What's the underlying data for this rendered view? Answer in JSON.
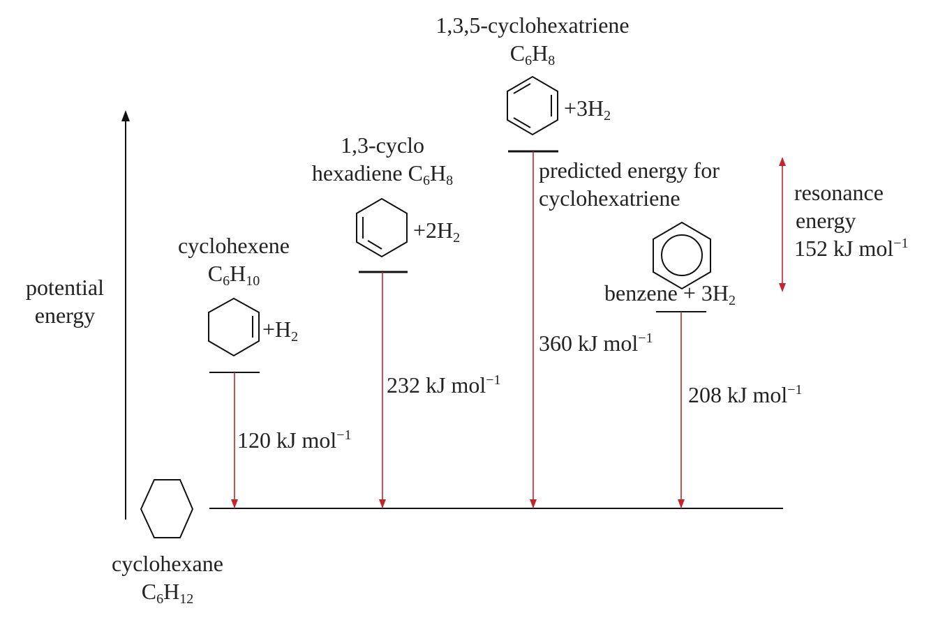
{
  "axis": {
    "label_line1": "potential",
    "label_line2": "energy"
  },
  "levels": {
    "cyclohexane": {
      "name": "cyclohexane",
      "formula": "C",
      "n1": "6",
      "h": "H",
      "n2": "12"
    },
    "cyclohexene": {
      "name": "cyclohexene",
      "formula": "C",
      "n1": "6",
      "h": "H",
      "n2": "10",
      "plus": "+H",
      "plus_sub": "2",
      "energy_value": "120 kJ mol",
      "energy_exp": "−1"
    },
    "cyclohexadiene": {
      "name_line1": "1,3-cyclo",
      "name_line2": "hexadiene C",
      "n1": "6",
      "h": "H",
      "n2": "8",
      "plus": "+2H",
      "plus_sub": "2",
      "energy_value": "232 kJ mol",
      "energy_exp": "−1"
    },
    "cyclohexatriene": {
      "name": "1,3,5-cyclohexatriene",
      "formula": "C",
      "n1": "6",
      "h": "H",
      "n2": "8",
      "plus": "+3H",
      "plus_sub": "2",
      "note_line1": "predicted energy for",
      "note_line2": "cyclohexatriene",
      "energy_value": "360 kJ mol",
      "energy_exp": "−1"
    },
    "benzene": {
      "label": "benzene + 3H",
      "label_sub": "2",
      "energy_value": "208 kJ mol",
      "energy_exp": "−1"
    }
  },
  "resonance": {
    "line1": "resonance",
    "line2": "energy",
    "line3": "152 kJ mol",
    "exp": "−1"
  },
  "colors": {
    "arrow": "#c0272d",
    "line": "#111111"
  }
}
